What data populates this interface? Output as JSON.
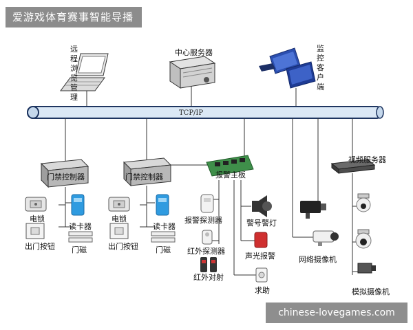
{
  "banner": "爱游戏体育赛事智能导播",
  "watermark": "chinese-lovegames.com",
  "bus_label": "TCP/IP",
  "labels": {
    "remote_browse": "远程浏览管理",
    "center_server": "中心服务器",
    "monitor_client": "监控客户端",
    "access_ctrl_1": "门禁控制器",
    "access_ctrl_2": "门禁控制器",
    "alarm_board": "报警主板",
    "video_server": "视频服务器",
    "lock_1": "电锁",
    "reader_1": "读卡器",
    "exit_btn_1": "出门按钮",
    "magnet_1": "门磁",
    "lock_2": "电锁",
    "reader_2": "读卡器",
    "exit_btn_2": "出门按钮",
    "magnet_2": "门磁",
    "alarm_detector": "报警探测器",
    "ir_detector": "红外探测器",
    "ir_beam": "红外对射",
    "siren": "警号警灯",
    "strobe": "声光报警",
    "help": "求助",
    "net_camera": "网络摄像机",
    "analog_camera": "模拟摄像机"
  },
  "colors": {
    "bus_fill": "#dbe8f5",
    "bus_stroke": "#1e3560",
    "reader_blue": "#2f9be0",
    "board_green": "#3f8f4a"
  }
}
